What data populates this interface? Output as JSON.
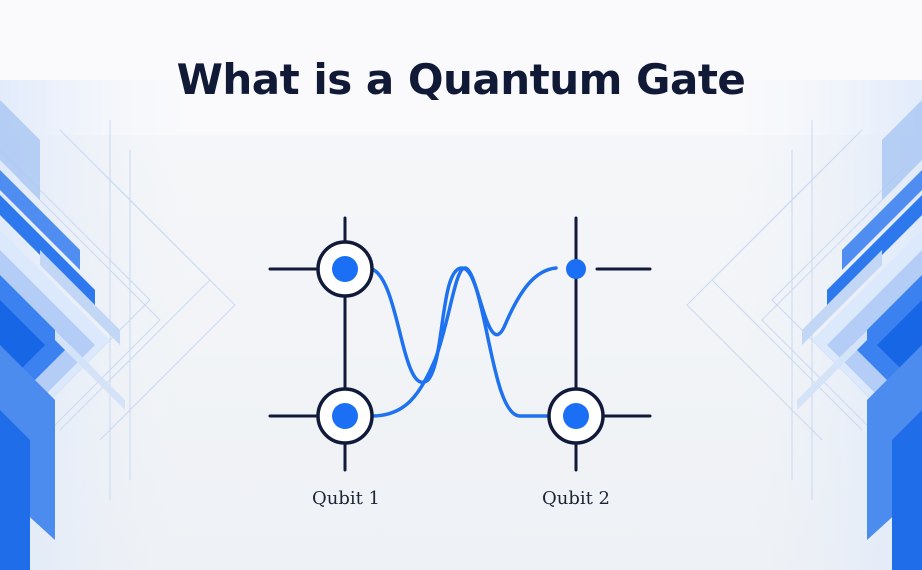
{
  "diagram": {
    "title": "What is a Quantum Gate",
    "qubits": [
      {
        "label": "Qubit 1"
      },
      {
        "label": "Qubit 2"
      }
    ]
  },
  "colors": {
    "background": "#f1f4f7",
    "title": "#101936",
    "wire": "#111a3a",
    "node_fill": "#1a6ff5",
    "curve": "#1e72f0",
    "decor_light": "#bcd3f7",
    "decor_mid": "#5e97f2",
    "decor_dark": "#1f6de8"
  }
}
